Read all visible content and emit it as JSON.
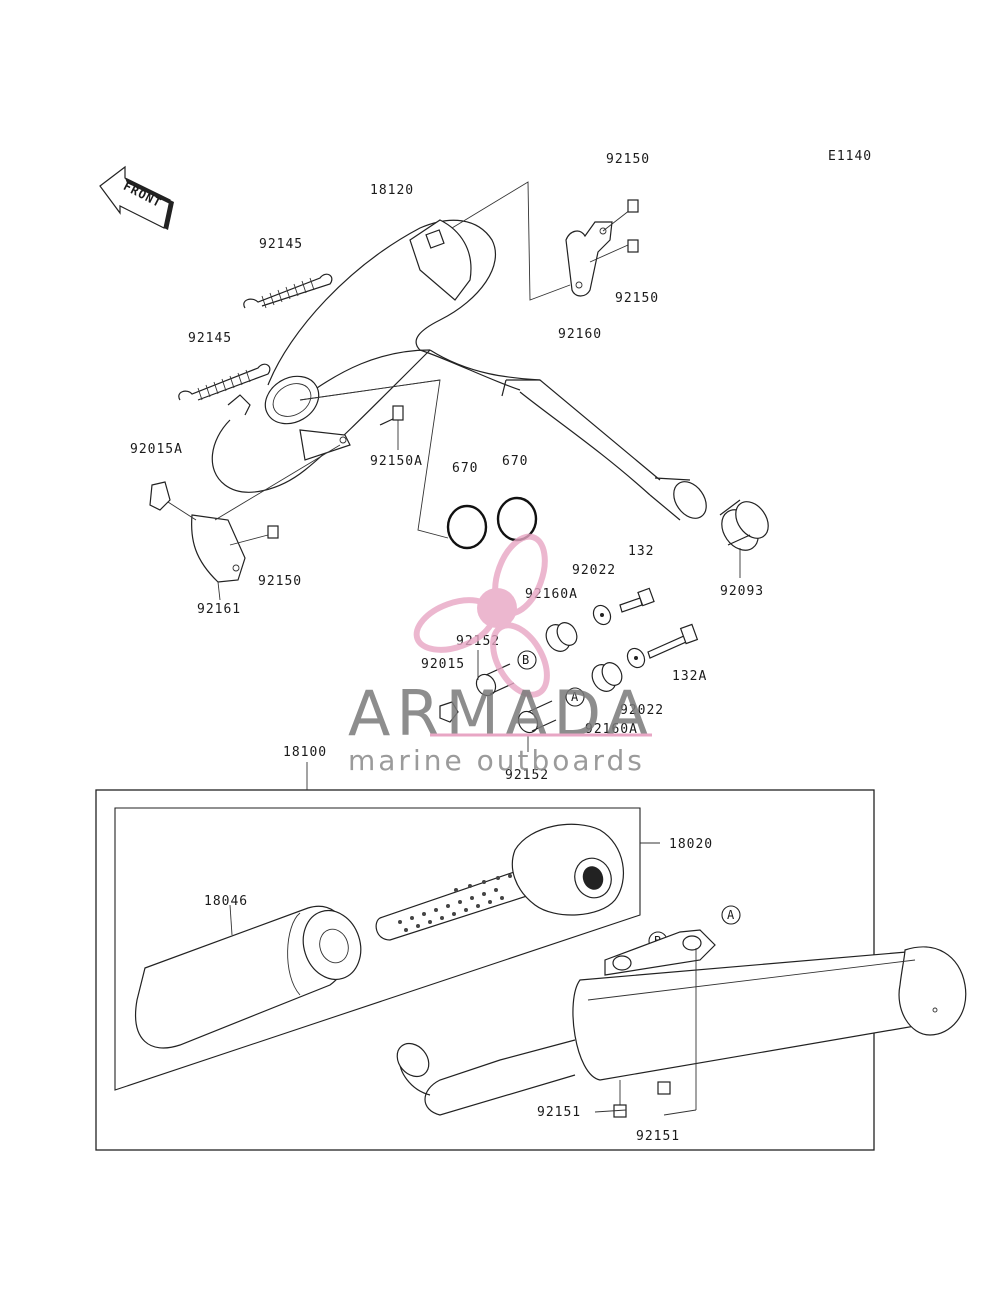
{
  "diagram": {
    "code": "E1140",
    "front_label": "FRONT",
    "parts": {
      "p18120": "18120",
      "p92145_a": "92145",
      "p92145_b": "92145",
      "p92150_top": "92150",
      "p92150_mid": "92150",
      "p92160": "92160",
      "p92015A": "92015A",
      "p92150A": "92150A",
      "p670_a": "670",
      "p670_b": "670",
      "p92150_low": "92150",
      "p92161": "92161",
      "p92093": "92093",
      "p132": "132",
      "p92022_a": "92022",
      "p92160A_a": "92160A",
      "p92152_a": "92152",
      "p92015": "92015",
      "p132A": "132A",
      "p92022_b": "92022",
      "p92160A_b": "92160A",
      "p92152_b": "92152",
      "p18100": "18100",
      "p18020": "18020",
      "p18046": "18046",
      "p92151_a": "92151",
      "p92151_b": "92151"
    },
    "callouts": {
      "A1": "A",
      "B1": "B",
      "A2": "A",
      "B2": "B"
    }
  },
  "watermark": {
    "brand": "ARMADA",
    "tagline": "marine outboards",
    "accent_color": "#e8a6c4"
  }
}
